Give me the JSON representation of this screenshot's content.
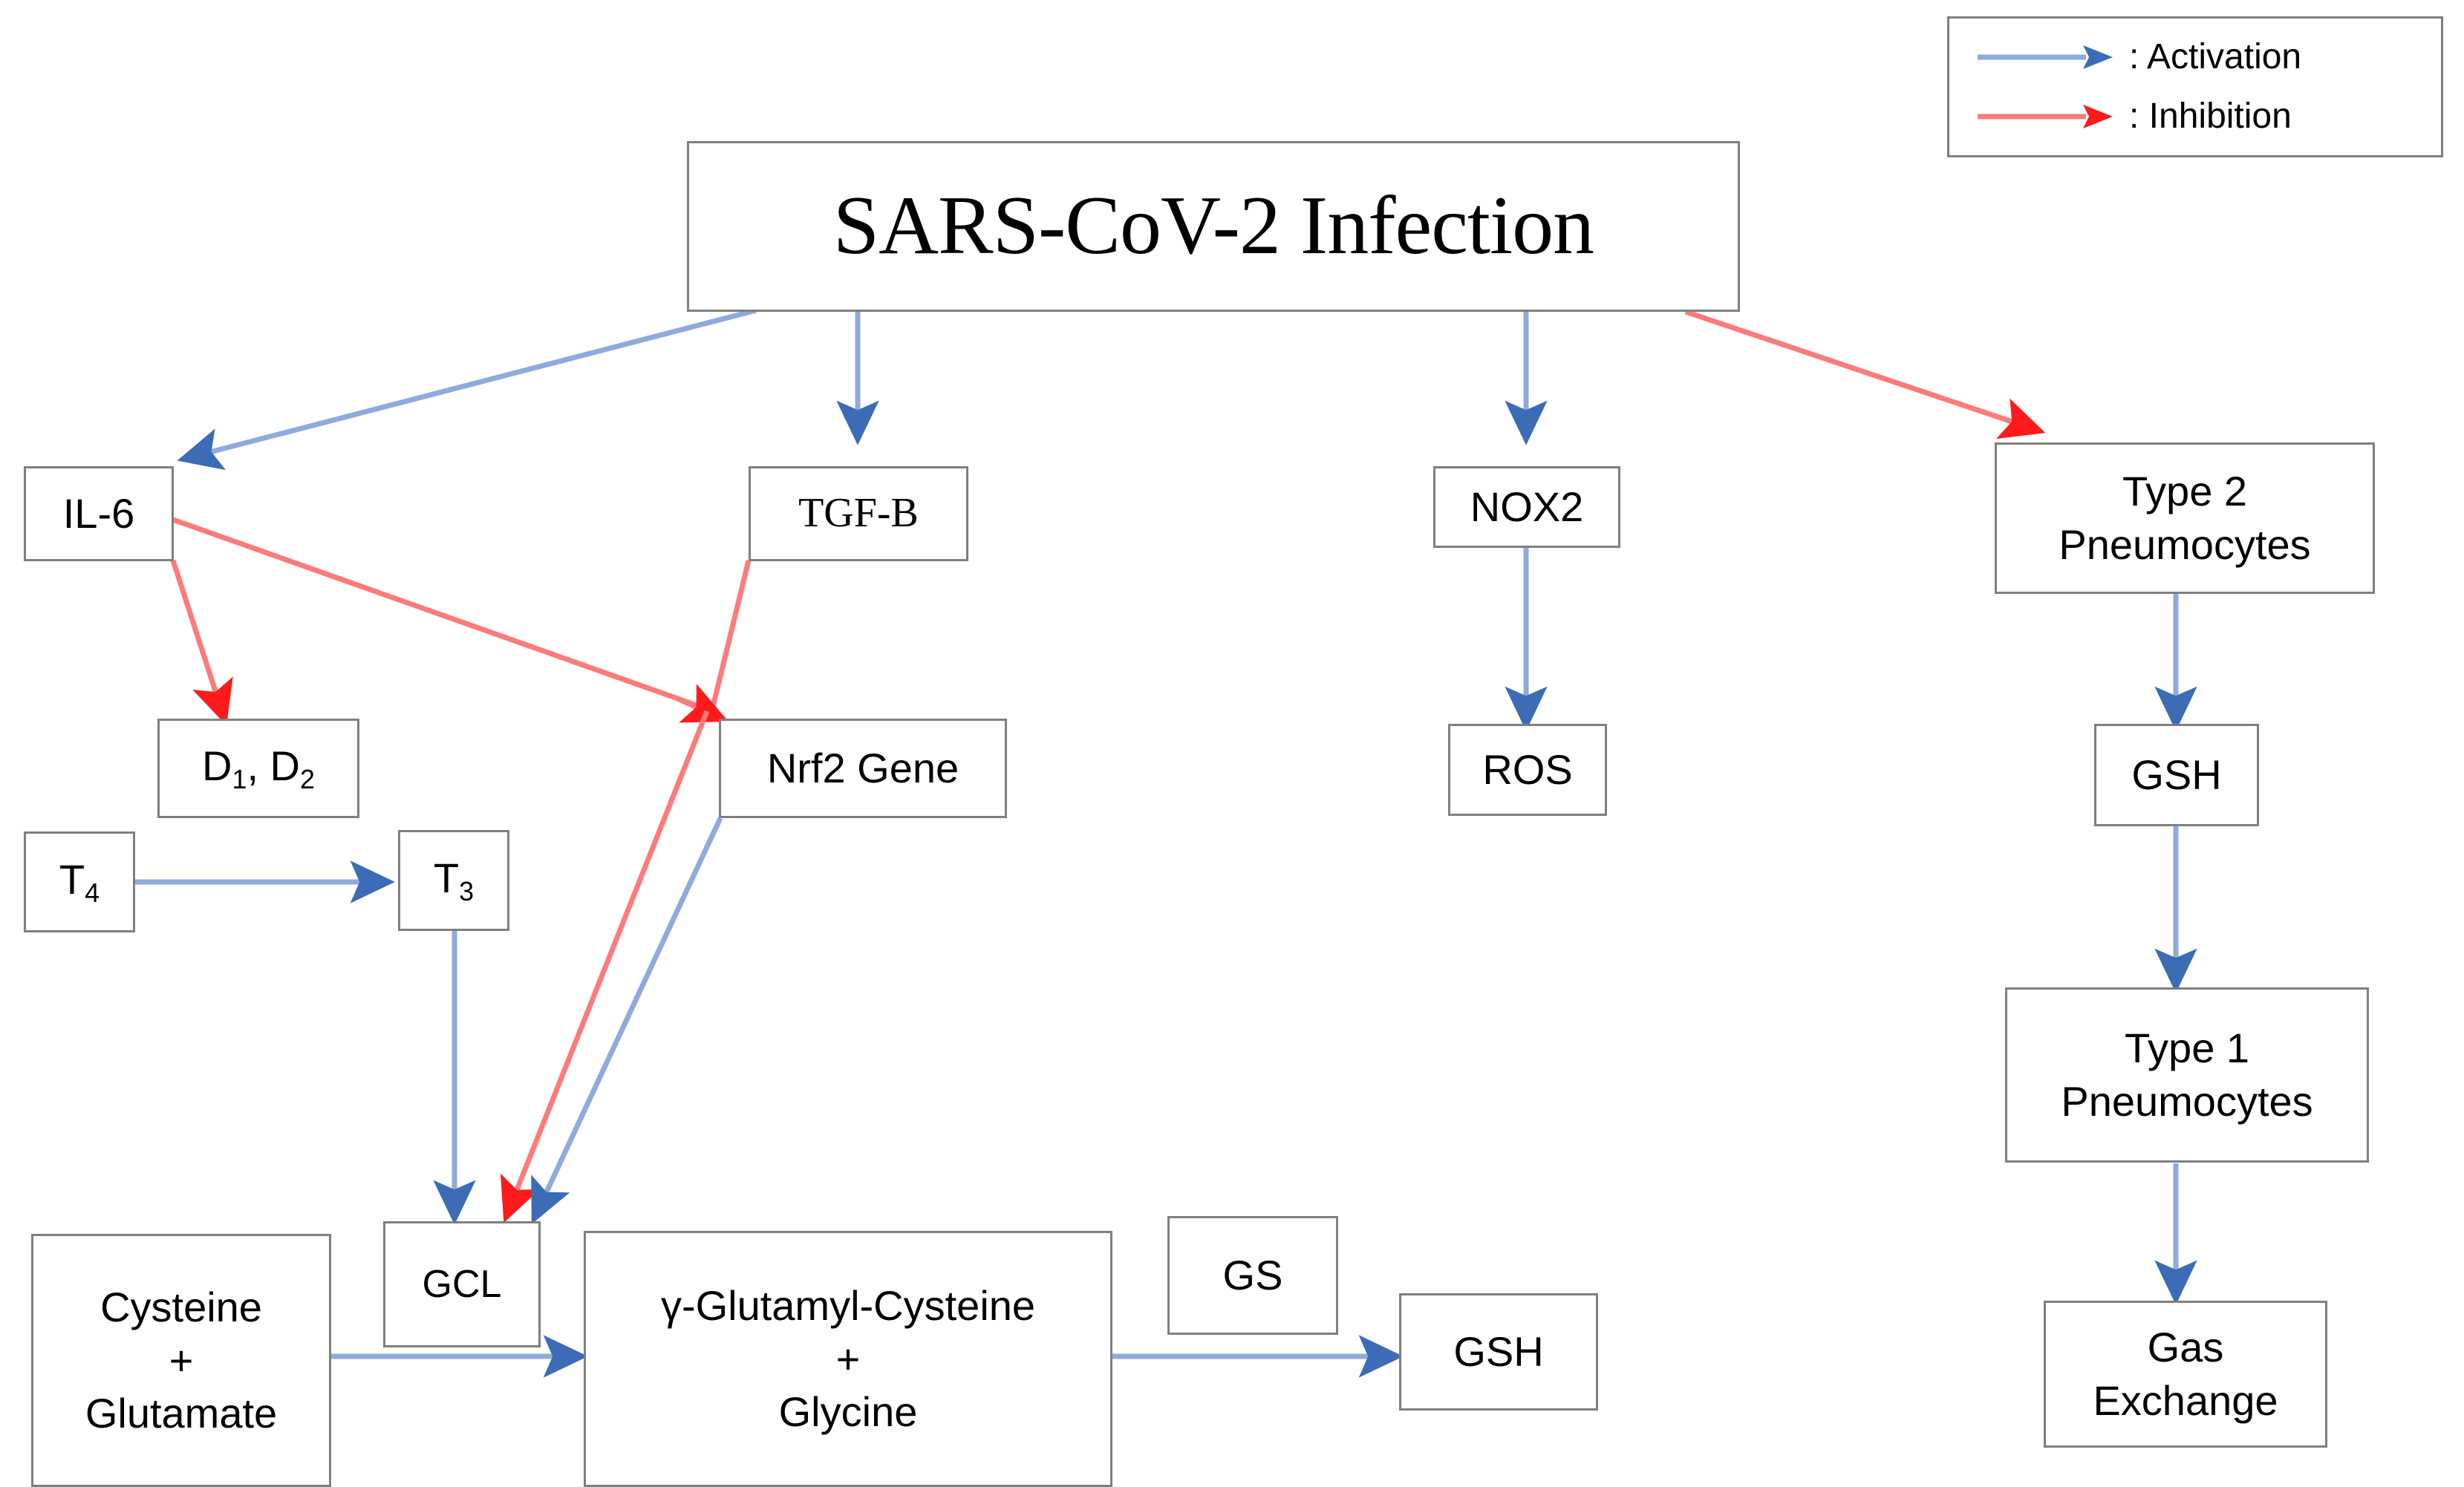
{
  "diagram": {
    "title": "SARS-CoV-2 Infection",
    "colors": {
      "activation_line": "#8FAADC",
      "activation_head": "#3B6CB5",
      "inhibition_line": "#FF7A7A",
      "inhibition_head": "#FF1B1B",
      "node_border": "#7f7f7f",
      "node_fill": "#FFFFFF",
      "text": "#000000"
    },
    "legend": {
      "items": [
        {
          "id": "activation",
          "label": ": Activation",
          "color": "#4472C4",
          "icon": "blue-arrow-icon"
        },
        {
          "id": "inhibition",
          "label": ": Inhibition",
          "color": "#FF0000",
          "icon": "red-arrow-icon"
        }
      ]
    },
    "nodes": [
      {
        "id": "sars",
        "label": "SARS-CoV-2 Infection"
      },
      {
        "id": "il6",
        "label": "IL-6"
      },
      {
        "id": "tgfb",
        "label": "TGF-B"
      },
      {
        "id": "nox2",
        "label": "NOX2"
      },
      {
        "id": "type2",
        "label": "Type 2\nPneumocytes"
      },
      {
        "id": "d1d2",
        "label": "D₁, D₂"
      },
      {
        "id": "nrf2",
        "label": "Nrf2 Gene"
      },
      {
        "id": "ros",
        "label": "ROS"
      },
      {
        "id": "gsh_right",
        "label": "GSH"
      },
      {
        "id": "t4",
        "label": "T₄"
      },
      {
        "id": "t3",
        "label": "T₃"
      },
      {
        "id": "type1",
        "label": "Type 1\nPneumocytes"
      },
      {
        "id": "gcl",
        "label": "GCL"
      },
      {
        "id": "cysglu",
        "label": "Cysteine\n+\nGlutamate"
      },
      {
        "id": "gammaglu",
        "label": "γ-Glutamyl-Cysteine\n+\nGlycine"
      },
      {
        "id": "gs",
        "label": "GS"
      },
      {
        "id": "gsh_mid",
        "label": "GSH"
      },
      {
        "id": "gas",
        "label": "Gas\nExchange"
      }
    ],
    "edges": [
      {
        "from": "sars",
        "to": "il6",
        "type": "activation"
      },
      {
        "from": "sars",
        "to": "tgfb",
        "type": "activation"
      },
      {
        "from": "sars",
        "to": "nox2",
        "type": "activation"
      },
      {
        "from": "sars",
        "to": "type2",
        "type": "inhibition"
      },
      {
        "from": "il6",
        "to": "d1d2",
        "type": "inhibition"
      },
      {
        "from": "il6",
        "to": "nrf2",
        "type": "inhibition"
      },
      {
        "from": "tgfb",
        "to": "nrf2",
        "type": "inhibition"
      },
      {
        "from": "nrf2",
        "to": "gcl",
        "type": "inhibition"
      },
      {
        "from": "nrf2",
        "to": "gcl",
        "type": "activation"
      },
      {
        "from": "nox2",
        "to": "ros",
        "type": "activation"
      },
      {
        "from": "type2",
        "to": "gsh_right",
        "type": "activation"
      },
      {
        "from": "gsh_right",
        "to": "type1",
        "type": "activation"
      },
      {
        "from": "type1",
        "to": "gas",
        "type": "activation"
      },
      {
        "from": "t4",
        "to": "t3",
        "type": "activation"
      },
      {
        "from": "t3",
        "to": "gcl",
        "type": "activation"
      },
      {
        "from": "cysglu",
        "to": "gammaglu",
        "type": "activation"
      },
      {
        "from": "gammaglu",
        "to": "gsh_mid",
        "type": "activation"
      }
    ]
  }
}
